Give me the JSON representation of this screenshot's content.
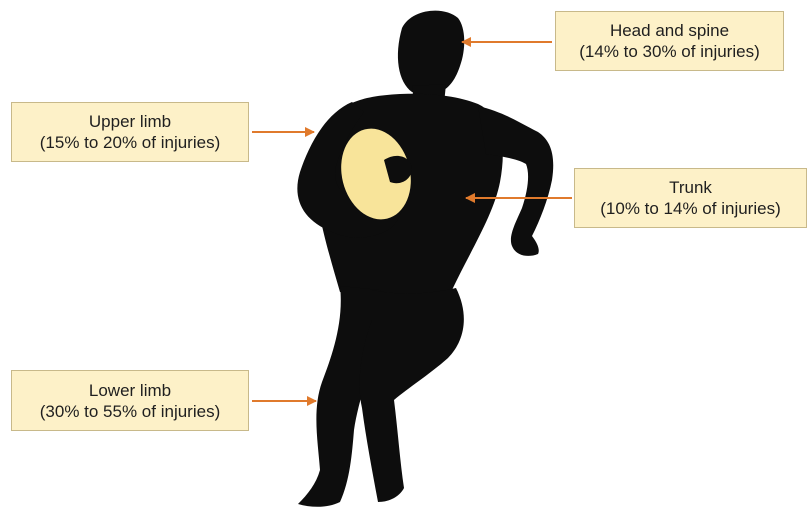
{
  "colors": {
    "box_fill": "#fdf1c8",
    "arrow": "#e07a2c",
    "silhouette": "#0d0d0d",
    "ball": "#f8e49a",
    "background": "#ffffff"
  },
  "callouts": {
    "head_spine": {
      "title": "Head and spine",
      "range": "(14% to 30% of injuries)"
    },
    "upper_limb": {
      "title": "Upper limb",
      "range": "(15% to 20% of injuries)"
    },
    "trunk": {
      "title": "Trunk",
      "range": "(10% to 14% of injuries)"
    },
    "lower_limb": {
      "title": "Lower limb",
      "range": "(30% to 55% of injuries)"
    }
  }
}
